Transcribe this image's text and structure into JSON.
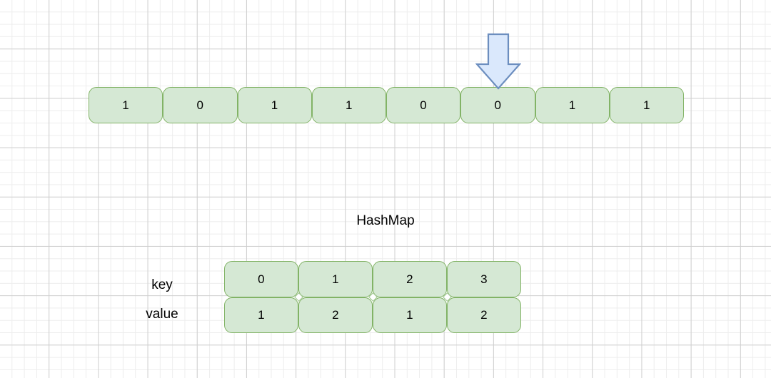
{
  "diagram": {
    "background": {
      "grid_minor_color": "#ededed",
      "grid_major_color": "#cfcfcf",
      "page_color": "#ffffff"
    },
    "palette": {
      "cell_fill": "#d5e8d4",
      "cell_stroke": "#82b366",
      "arrow_fill": "#dae8fc",
      "arrow_stroke": "#6c8ebf",
      "text_color": "#000000"
    },
    "bit_array": {
      "name": "bit-array",
      "cells": [
        "1",
        "0",
        "1",
        "1",
        "0",
        "0",
        "1",
        "1"
      ]
    },
    "pointer": {
      "icon": "arrow-down-icon",
      "points_to_index": 5
    },
    "hashmap": {
      "title": "HashMap",
      "row_labels": {
        "key": "key",
        "value": "value"
      },
      "keys": [
        "0",
        "1",
        "2",
        "3"
      ],
      "values": [
        "1",
        "2",
        "1",
        "2"
      ]
    }
  }
}
